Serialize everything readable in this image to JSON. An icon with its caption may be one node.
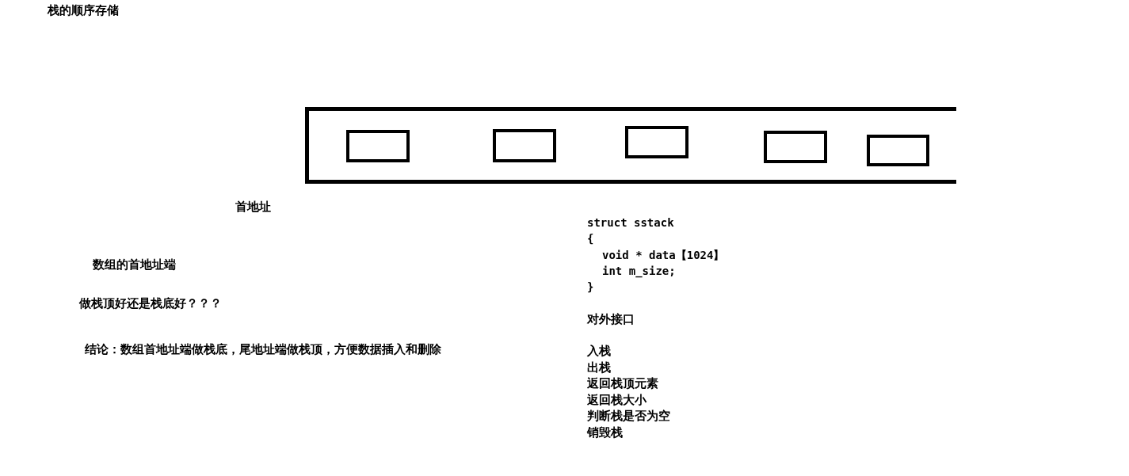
{
  "diagram": {
    "title": "栈的顺序存储",
    "nodes": [
      {
        "text": [],
        "shape": "box"
      },
      {
        "text": [],
        "shape": "box",
        "in": 0
      },
      {
        "text": [],
        "shape": "box",
        "in": 0
      },
      {
        "text": [],
        "shape": "box",
        "in": 0
      },
      {
        "text": [],
        "shape": "box",
        "in": 0
      },
      {
        "text": [],
        "shape": "box",
        "in": 0
      }
    ],
    "edges": [],
    "labels": [
      "首地址",
      "数组的首地址端",
      "做栈顶好还是栈底好？？？",
      "结论：数组首地址端做栈底，尾地址端做栈顶，方便数据插入和删除",
      "struct sstack",
      "{",
      "void * data【1024】",
      "int m_size;",
      "}",
      "对外接口",
      "入栈",
      "出栈",
      "返回栈顶元素",
      "返回栈大小",
      "判断栈是否为空",
      "销毁栈"
    ]
  }
}
